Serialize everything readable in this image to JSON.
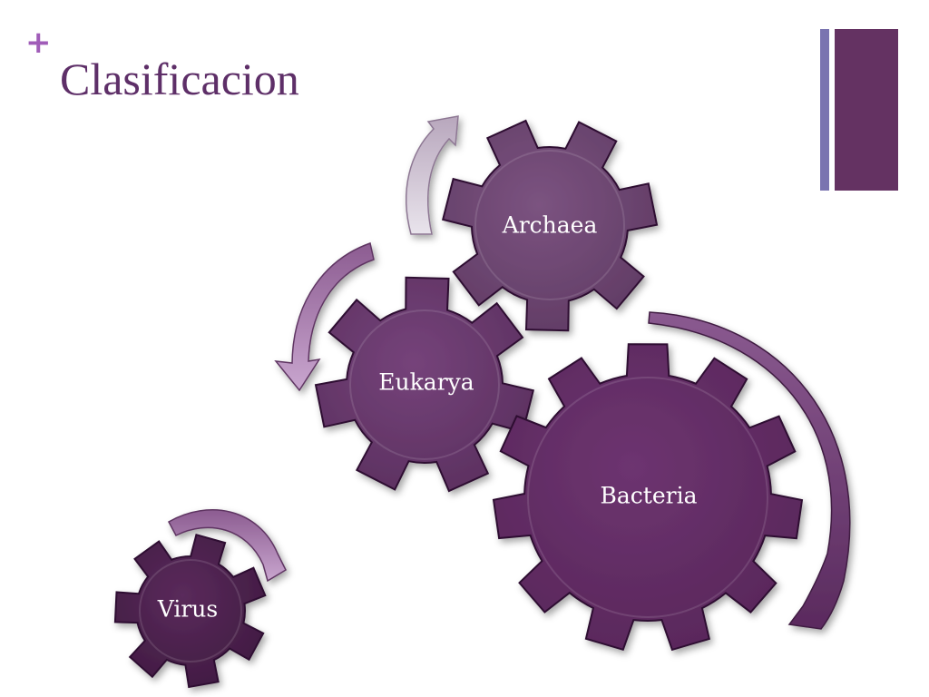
{
  "header": {
    "plus": "+",
    "title": "Clasificacion"
  },
  "gears": {
    "archaea": "Archaea",
    "eukarya": "Eukarya",
    "bacteria": "Bacteria",
    "virus": "Virus"
  },
  "colors": {
    "title": "#5e2f68",
    "plus": "#a05cb8",
    "gear_dark": "#4f2450",
    "gear_mid": "#643262",
    "gear_light": "#6f4570",
    "accent_bar_thin": "#7a74b0",
    "accent_bar_thick": "#643262"
  }
}
